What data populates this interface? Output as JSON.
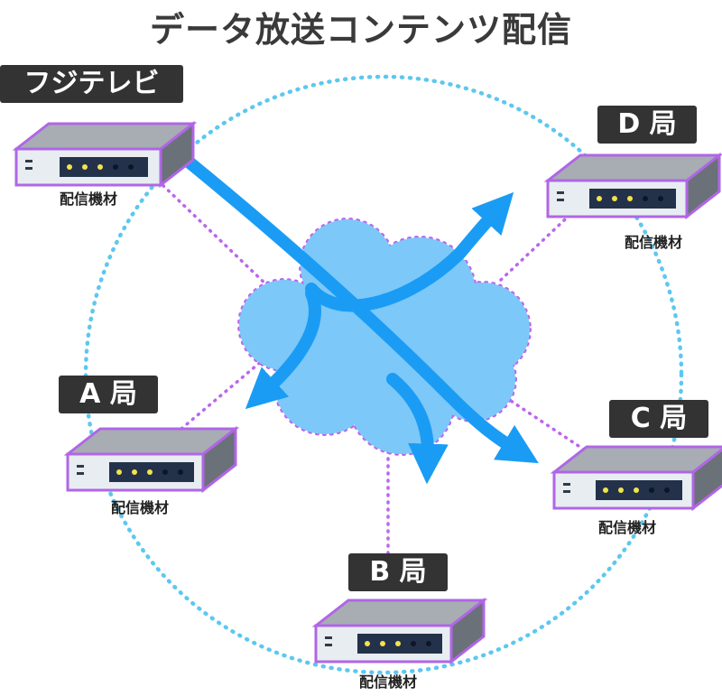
{
  "title": "データ放送コンテンツ配信",
  "source": {
    "label": "フジテレビ",
    "device_caption": "配信機材"
  },
  "stations": [
    {
      "id": "A",
      "label": "A 局",
      "device_caption": "配信機材"
    },
    {
      "id": "B",
      "label": "B 局",
      "device_caption": "配信機材"
    },
    {
      "id": "C",
      "label": "C 局",
      "device_caption": "配信機材"
    },
    {
      "id": "D",
      "label": "D 局",
      "device_caption": "配信機材"
    }
  ],
  "colors": {
    "ring": "#5cc8ef",
    "links": "#bb66ee",
    "cloud_fill": "#7cc8f8",
    "cloud_border": "#bb66ee",
    "arrows": "#1a9cf5",
    "label_bg": "#333333",
    "device_border": "#b066e6",
    "led": "#f4e34a"
  }
}
